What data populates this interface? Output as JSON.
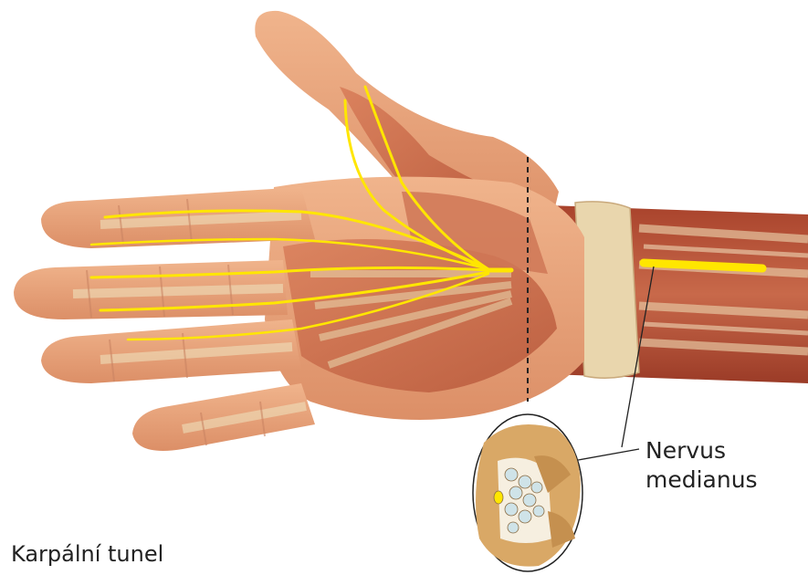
{
  "labels": {
    "nerve_line1": "Nervus",
    "nerve_line2": "medianus",
    "carpal_tunnel": "Karpální tunel"
  },
  "icons": {
    "hand": "hand-anatomy-icon",
    "cross_section": "carpal-tunnel-cross-section-icon"
  },
  "colors": {
    "skin": "#e8a47c",
    "muscle": "#c96a4a",
    "tendon": "#e9dcb2",
    "nerve": "#ffe600",
    "line": "#222222",
    "bone": "#d9a866"
  }
}
